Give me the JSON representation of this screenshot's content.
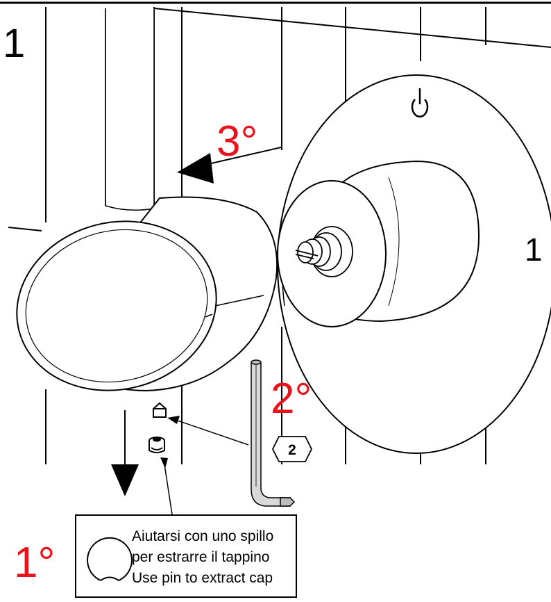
{
  "figure_number": "1",
  "dial_number": "1",
  "steps": {
    "first": "1°",
    "second": "2°",
    "third": "3°"
  },
  "hex_key_size": "2",
  "note": {
    "line1": "Aiutarsi con uno spillo",
    "line2": "per estrarre il tappino",
    "line3": "Use pin to extract cap"
  },
  "colors": {
    "step_red": "#e8121b",
    "ink": "#000000",
    "key_fill": "#d9d9d9"
  },
  "icons": [
    "power-icon",
    "hex-key-icon",
    "cap-icon",
    "arrow-down-icon"
  ]
}
